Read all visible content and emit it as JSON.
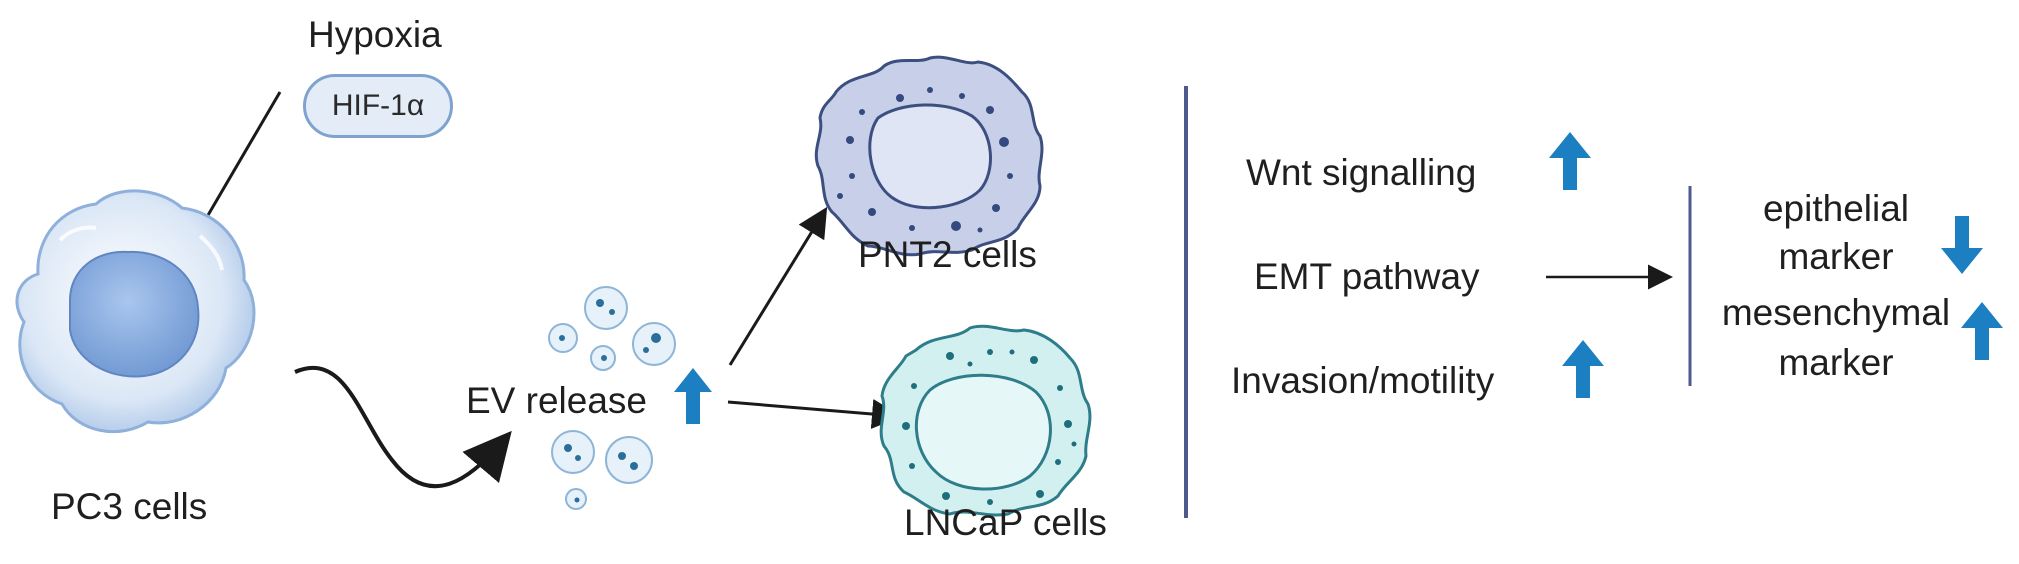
{
  "stimulus": {
    "title": "Hypoxia",
    "factor": "HIF-1α"
  },
  "source_cell": {
    "label": "PC3 cells"
  },
  "vesicles": {
    "label": "EV release"
  },
  "targets": [
    {
      "label": "PNT2 cells"
    },
    {
      "label": "LNCaP cells"
    }
  ],
  "effects": [
    {
      "label": "Wnt signalling",
      "direction": "up"
    },
    {
      "label": "EMT pathway"
    },
    {
      "label": "Invasion/motility",
      "direction": "up"
    }
  ],
  "markers": [
    {
      "line1": "epithelial",
      "line2": "marker",
      "direction": "down"
    },
    {
      "line1": "mesenchymal",
      "line2": "marker",
      "direction": "up"
    }
  ],
  "colors": {
    "pc3_cell": "#c8dcf2",
    "pc3_nucleus": "#8fb2e0",
    "pnt2_cell": "#c7d0e8",
    "lncap_cell": "#cdeeee",
    "indicator_arrow": "#1b7fc1",
    "divider": "#4c5a90"
  }
}
